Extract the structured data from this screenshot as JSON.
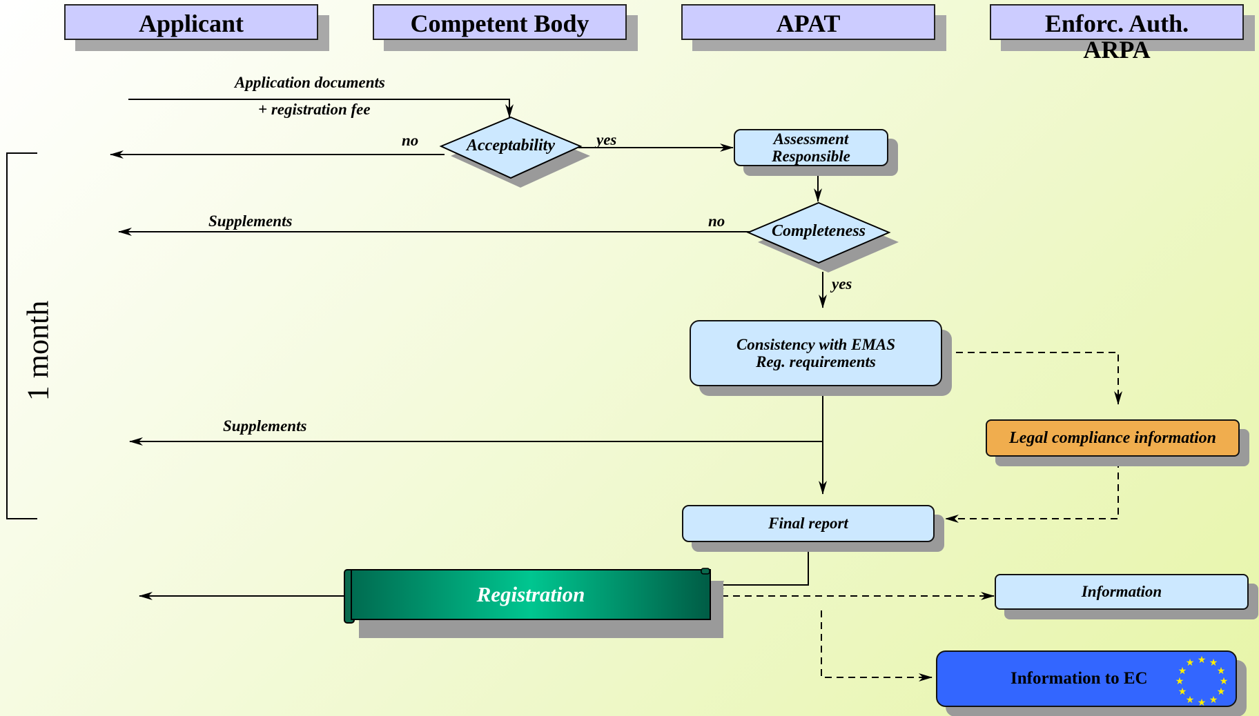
{
  "lanes": {
    "applicant": "Applicant",
    "competent_body": "Competent Body",
    "apat": "APAT",
    "enforc_line1": "Enforc. Auth.",
    "enforc_line2": "ARPA"
  },
  "timeline": {
    "label": "1 month"
  },
  "labels": {
    "application_documents": "Application documents",
    "registration_fee": "+ registration fee",
    "no_1": "no",
    "yes_1": "yes",
    "supplements_1": "Supplements",
    "no_2": "no",
    "yes_2": "yes",
    "supplements_2": "Supplements"
  },
  "nodes": {
    "acceptability": "Acceptability",
    "assessment_line1": "Assessment",
    "assessment_line2": "Responsible",
    "completeness": "Completeness",
    "consistency_line1": "Consistency with EMAS",
    "consistency_line2": "Reg. requirements",
    "legal_compliance": "Legal compliance information",
    "final_report": "Final report",
    "registration": "Registration",
    "information": "Information",
    "information_ec": "Information to EC"
  },
  "colors": {
    "lane_fill": "#ccccff",
    "box_fill": "#cce8ff",
    "legal_fill": "#f0ad4e",
    "registration_fill": "#00a878",
    "ec_fill": "#3366ff",
    "eu_star": "#ffee00"
  },
  "icons": {
    "eu_flag": "eu-stars-icon"
  }
}
